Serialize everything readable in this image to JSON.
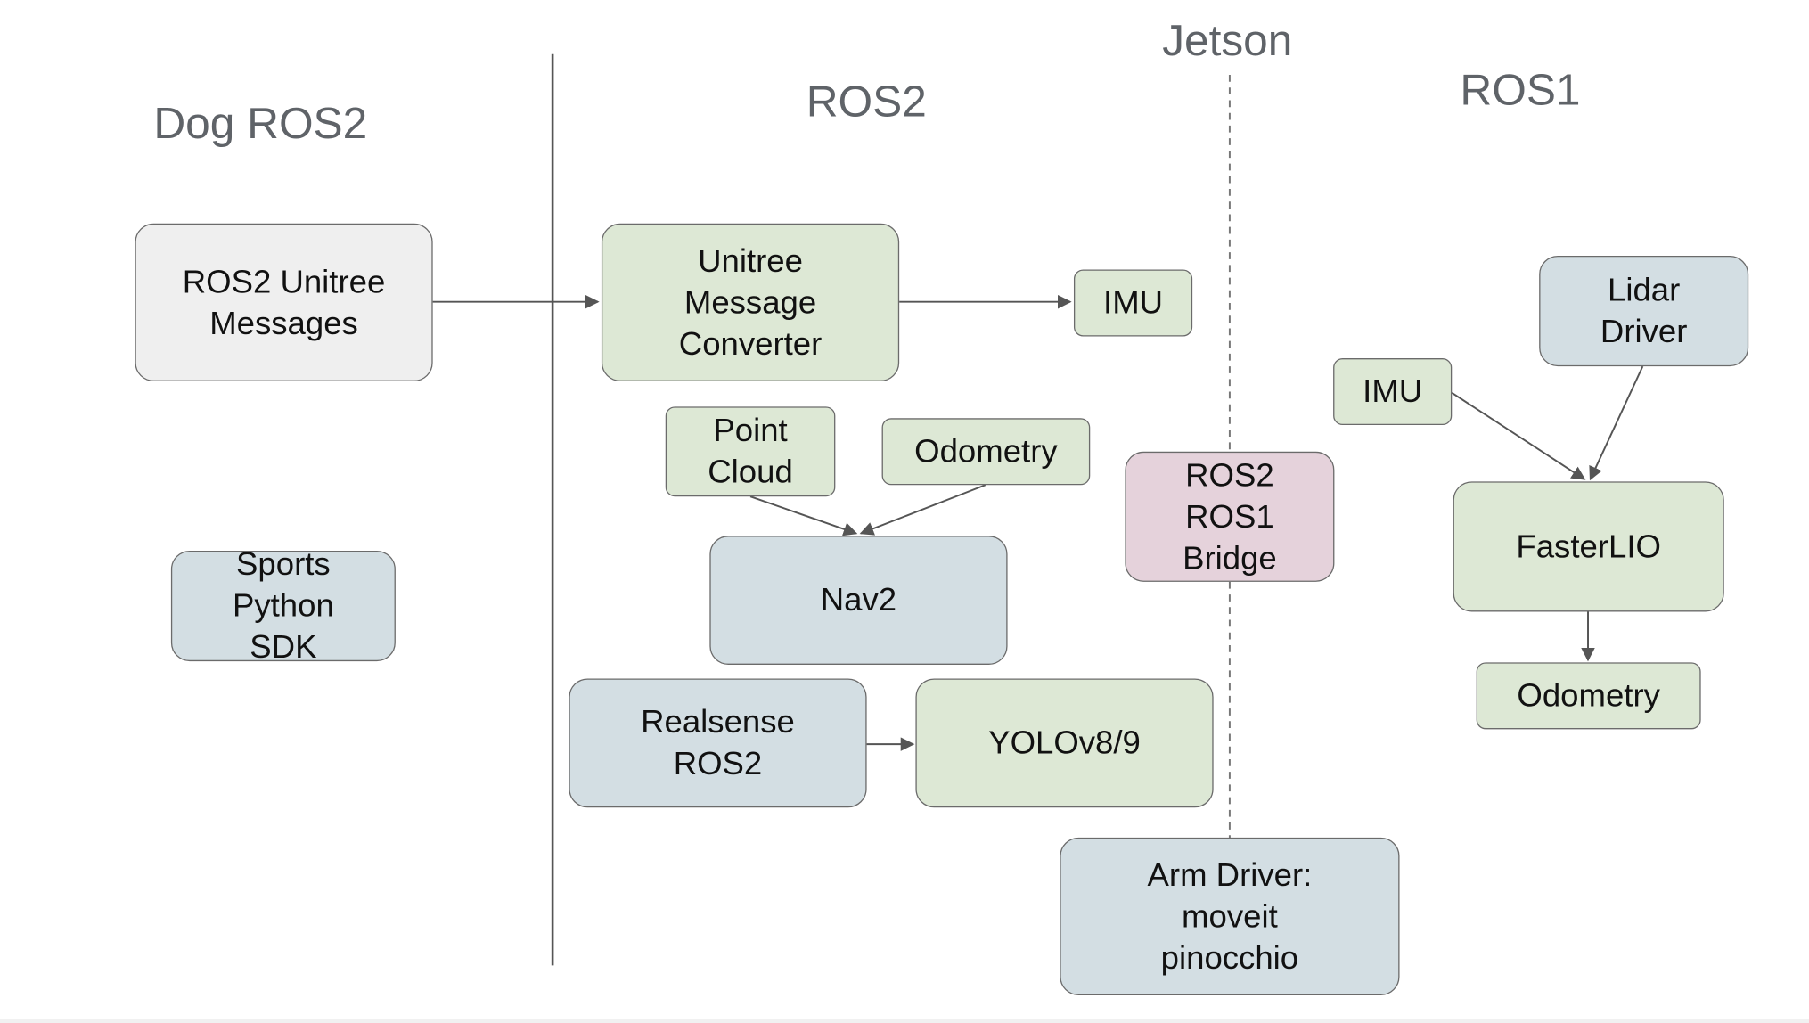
{
  "sections": {
    "dog_ros2": "Dog ROS2",
    "ros2": "ROS2",
    "jetson": "Jetson",
    "ros1": "ROS1"
  },
  "nodes": {
    "ros2_unitree_messages": "ROS2 Unitree\nMessages",
    "unitree_message_converter": "Unitree\nMessage\nConverter",
    "imu_ros2": "IMU",
    "point_cloud": "Point\nCloud",
    "odometry_ros2": "Odometry",
    "nav2": "Nav2",
    "sports_python_sdk": "Sports\nPython\nSDK",
    "realsense_ros2": "Realsense\nROS2",
    "yolo": "YOLOv8/9",
    "ros2_ros1_bridge": "ROS2\nROS1\nBridge",
    "arm_driver": "Arm Driver:\nmoveit\npinocchio",
    "lidar_driver": "Lidar\nDriver",
    "imu_ros1": "IMU",
    "fasterlio": "FasterLIO",
    "odometry_ros1": "Odometry"
  },
  "colors": {
    "green_node": "#dde8d5",
    "gray_node": "#efefef",
    "blue_node": "#d3dee3",
    "pink_node": "#e5d2db",
    "heading_text": "#5f6368",
    "line": "#555555"
  }
}
